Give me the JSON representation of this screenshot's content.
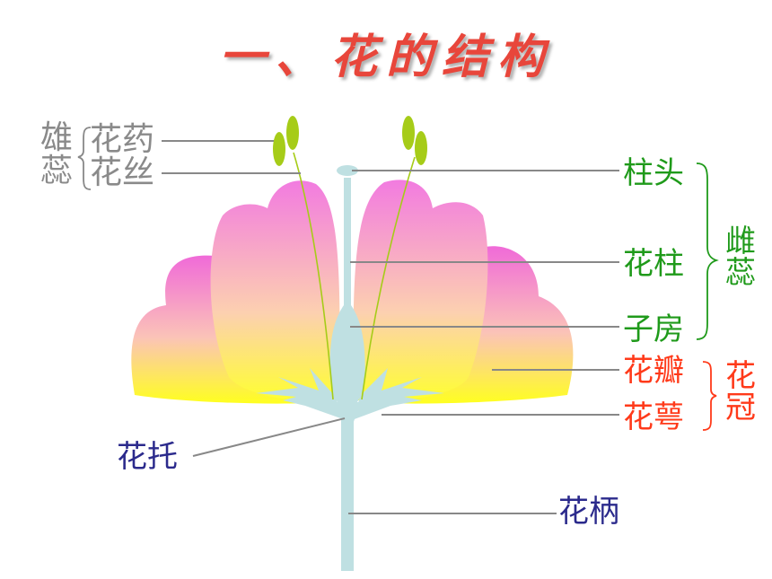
{
  "title": "一、花的结构",
  "stamen": {
    "group": "雄蕊",
    "anther": "花药",
    "filament": "花丝"
  },
  "pistil": {
    "group": "雌蕊",
    "stigma": "柱头",
    "style": "花柱",
    "ovary": "子房"
  },
  "corolla": {
    "group": "花冠",
    "petal": "花瓣",
    "sepal": "花萼"
  },
  "receptacle": "花托",
  "pedicel": "花柄",
  "colors": {
    "title": "#e8463b",
    "stamen_labels": "#8a8a8a",
    "pistil_labels": "#1f9a1a",
    "corolla_labels": "#ff3a1a",
    "stem_labels": "#2b2a8c",
    "petal_top": "#f06ad8",
    "petal_bottom": "#ffff20",
    "stem": "#bfe0e2",
    "anther": "#a6cc18"
  }
}
